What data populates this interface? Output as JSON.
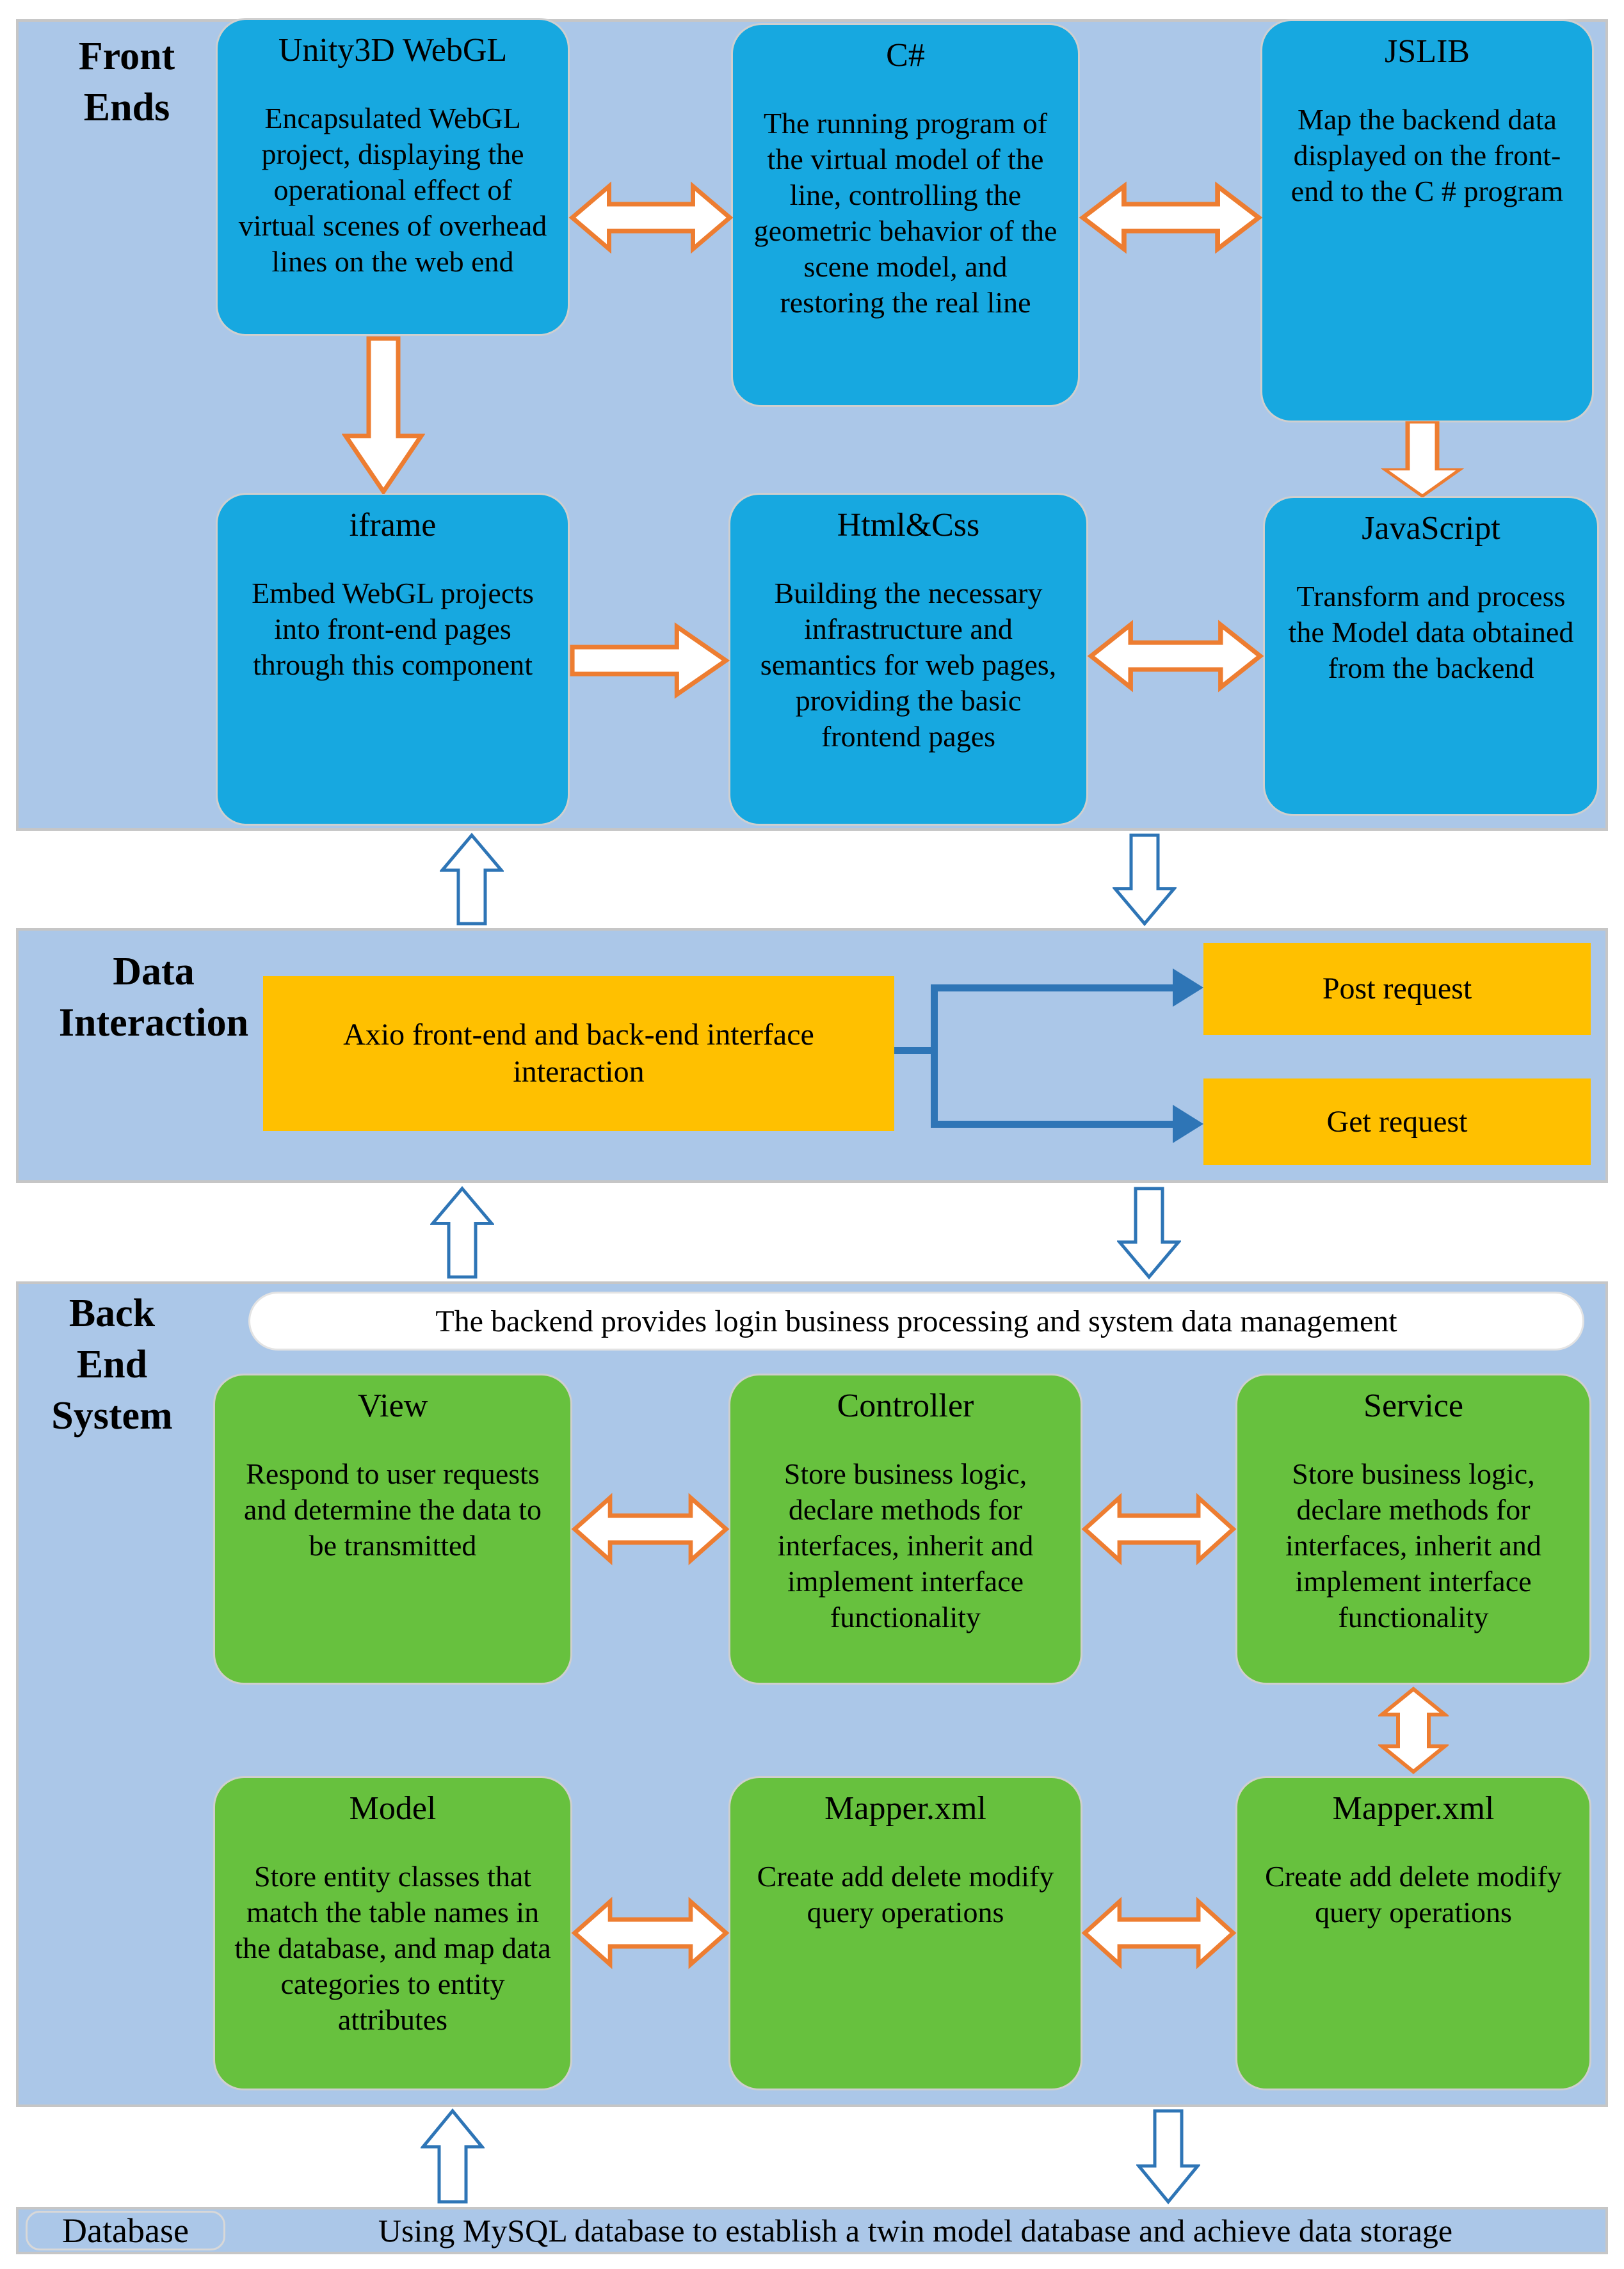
{
  "figure": {
    "type": "software-architecture-flow-diagram",
    "colors": {
      "panel_bg": "#ABC7E8",
      "node_blue": "#17A8E0",
      "node_green": "#67C13E",
      "box_yellow": "#FFC000",
      "arrow_orange": "#ED7D31",
      "arrow_blue": "#2E75B6"
    }
  },
  "sections": {
    "front_ends": {
      "label_lines": [
        "Front",
        "Ends"
      ],
      "boxes": [
        {
          "title": "Unity3D WebGL",
          "body": "Encapsulated WebGL project, displaying the operational effect of virtual scenes of overhead lines on the web end"
        },
        {
          "title": "C#",
          "body": "The running program of the virtual model of the line, controlling the geometric behavior of the scene model, and restoring the real line"
        },
        {
          "title": "JSLIB",
          "body": "Map the backend data displayed on the front-end to the C # program"
        },
        {
          "title": "iframe",
          "body": "Embed WebGL projects into front-end pages through this component"
        },
        {
          "title": "Html&Css",
          "body": "Building the necessary infrastructure and semantics for web pages, providing the basic frontend pages"
        },
        {
          "title": "JavaScript",
          "body": "Transform and process the Model data obtained from the backend"
        }
      ]
    },
    "data_interaction": {
      "label_lines": [
        "Data",
        "Interaction"
      ],
      "axio_box": "Axio front-end and back-end interface interaction",
      "post_box": "Post request",
      "get_box": "Get request"
    },
    "back_end": {
      "label_lines": [
        "Back",
        "End",
        "System"
      ],
      "banner": "The backend provides login business processing and system data management",
      "boxes": [
        {
          "title": "View",
          "body": "Respond to user requests and determine the data to be transmitted"
        },
        {
          "title": "Controller",
          "body": "Store business logic, declare methods for interfaces, inherit and implement interface functionality"
        },
        {
          "title": "Service",
          "body": "Store business logic, declare methods for interfaces, inherit and implement interface functionality"
        },
        {
          "title": "Model",
          "body": "Store entity classes that match the table names in the database, and map data categories to entity attributes"
        },
        {
          "title": "Mapper.xml",
          "body": "Create add delete modify query operations"
        },
        {
          "title": "Mapper.xml",
          "body": "Create add delete modify query operations"
        }
      ]
    },
    "database": {
      "label": "Database",
      "description": "Using MySQL database to establish a twin model database and achieve data storage"
    }
  }
}
